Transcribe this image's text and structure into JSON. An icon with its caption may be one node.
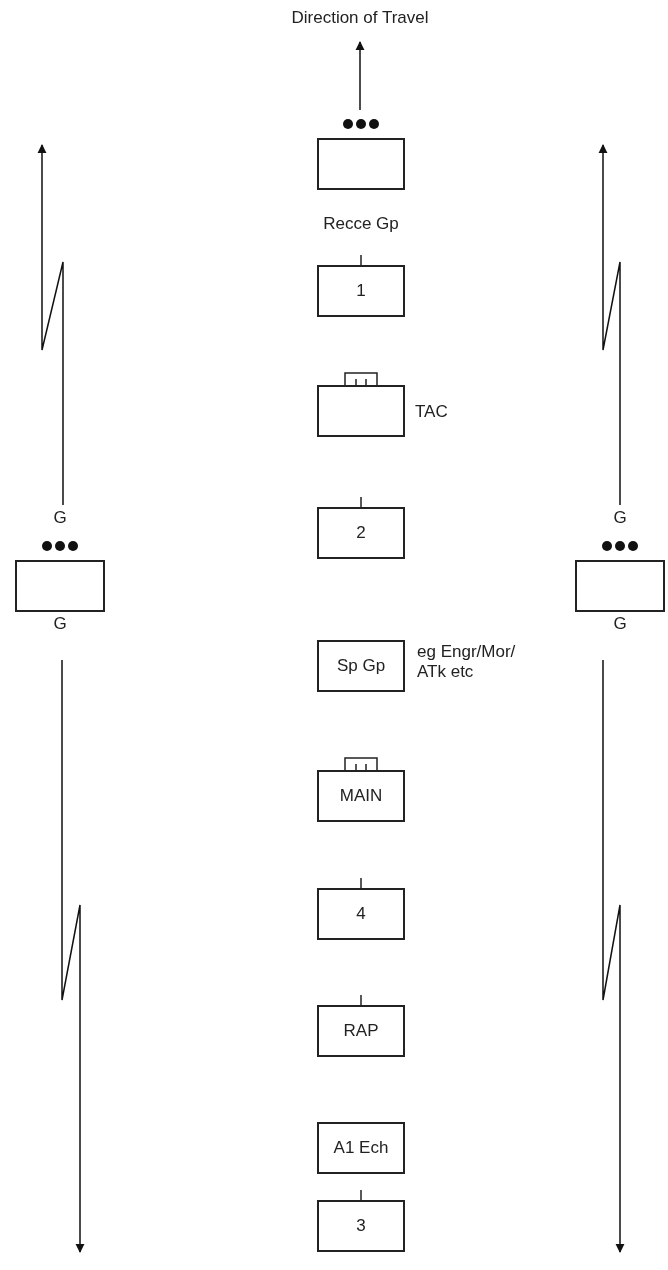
{
  "diagram": {
    "nodes": [
      {
        "text": [
          "Recce Gp"
        ]
      },
      {
        "text": [
          "1"
        ]
      },
      {
        "text": [
          "TAC"
        ]
      },
      {
        "text": [
          "2"
        ]
      },
      {
        "text": [
          "G",
          "G"
        ]
      },
      {
        "text": [
          "G",
          "G"
        ]
      },
      {
        "text": [
          "Sp Gp"
        ],
        "beside": [
          "eg Engr/Mor/ ATk etc"
        ]
      },
      {
        "text": [
          "MAIN"
        ]
      },
      {
        "text": [
          "4"
        ]
      },
      {
        "text": [
          "RAP"
        ]
      },
      {
        "text": [
          "A1 Ech"
        ]
      },
      {
        "text": [
          "3"
        ]
      }
    ],
    "labels": [
      "Direction of Travel"
    ]
  }
}
